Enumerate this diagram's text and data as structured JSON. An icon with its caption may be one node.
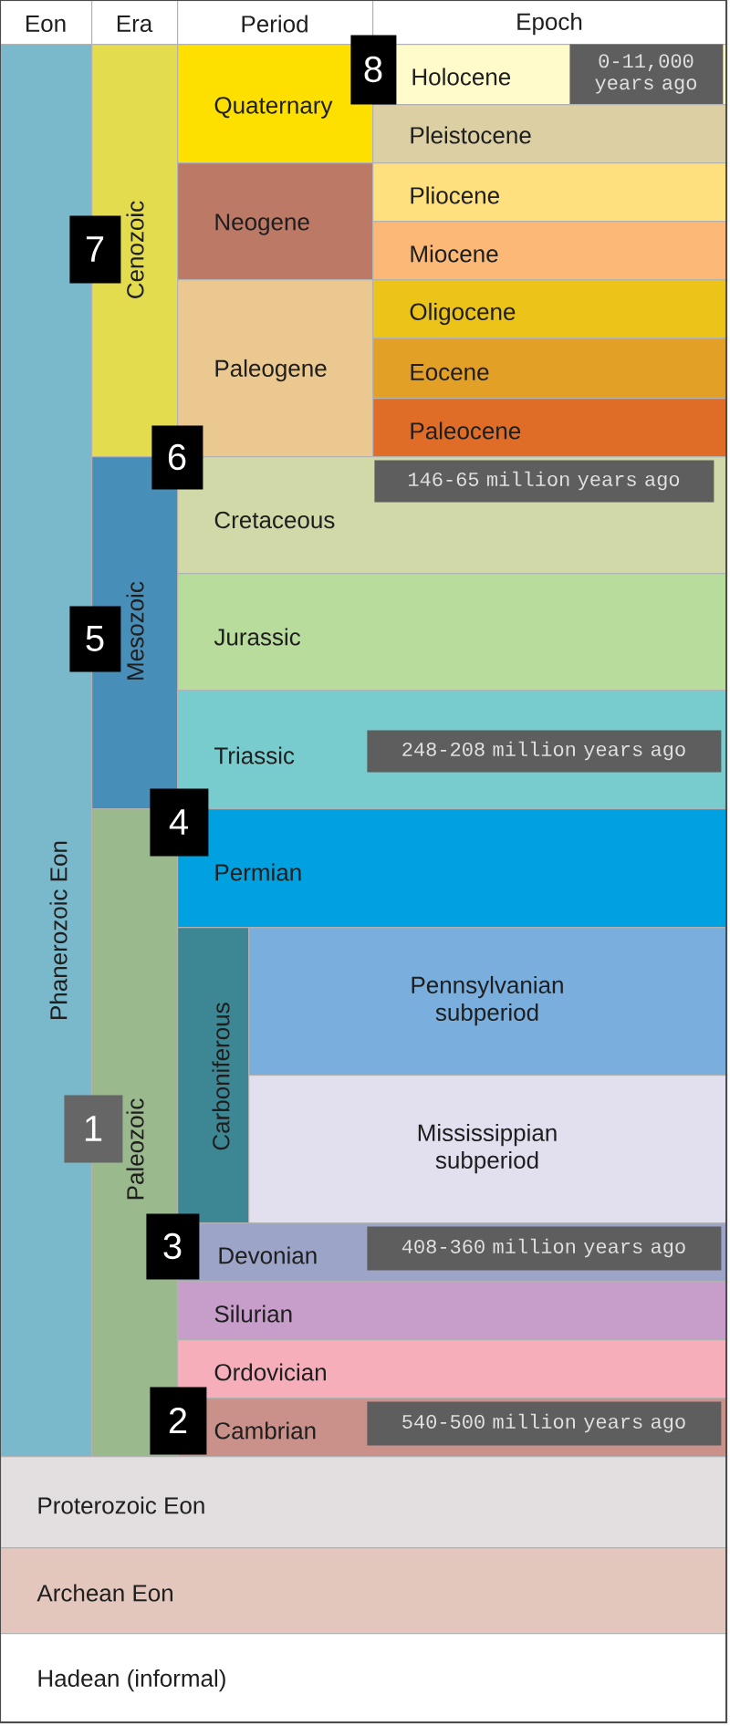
{
  "diagram": {
    "nodes": [
      {
        "text": [
          "Eon"
        ]
      },
      {
        "text": [
          "Era"
        ]
      },
      {
        "text": [
          "Period"
        ]
      },
      {
        "text": [
          "Epoch"
        ]
      },
      {
        "text": [
          "Phanerozoic Eon"
        ]
      },
      {
        "text": [
          "Cenozoic"
        ]
      },
      {
        "text": [
          "Quaternary"
        ]
      },
      {
        "text": [
          "Holocene"
        ]
      },
      {
        "text": [
          "0-11,000 years ago"
        ],
        "in": 7
      },
      {
        "text": [
          "Pleistocene"
        ]
      },
      {
        "text": [
          "Neogene"
        ]
      },
      {
        "text": [
          "Pliocene"
        ]
      },
      {
        "text": [
          "Miocene"
        ]
      },
      {
        "text": [
          "Paleogene"
        ]
      },
      {
        "text": [
          "Oligocene"
        ]
      },
      {
        "text": [
          "Eocene"
        ]
      },
      {
        "text": [
          "Paleocene"
        ]
      },
      {
        "text": [
          "Mesozoic"
        ]
      },
      {
        "text": [
          "Cretaceous"
        ]
      },
      {
        "text": [
          "146-65 million years ago"
        ],
        "in": 18
      },
      {
        "text": [
          "Jurassic"
        ]
      },
      {
        "text": [
          "Triassic"
        ]
      },
      {
        "text": [
          "248-208 million years ago"
        ],
        "in": 21
      },
      {
        "text": [
          "Paleozoic"
        ]
      },
      {
        "text": [
          "Permian"
        ]
      },
      {
        "text": [
          "Carboniferous"
        ]
      },
      {
        "text": [
          "Pennsylvanian subperiod"
        ]
      },
      {
        "text": [
          "Mississippian subperiod"
        ]
      },
      {
        "text": [
          "Devonian"
        ]
      },
      {
        "text": [
          "408-360 million years ago"
        ],
        "in": 28
      },
      {
        "text": [
          "Silurian"
        ]
      },
      {
        "text": [
          "Ordovician"
        ]
      },
      {
        "text": [
          "Cambrian"
        ]
      },
      {
        "text": [
          "540-500 million years ago"
        ],
        "in": 32
      },
      {
        "text": [
          "Proterozoic Eon"
        ]
      },
      {
        "text": [
          "Archean Eon"
        ]
      },
      {
        "text": [
          "Hadean (informal)"
        ]
      },
      {
        "text": [
          "1"
        ]
      },
      {
        "text": [
          "2"
        ]
      },
      {
        "text": [
          "3"
        ]
      },
      {
        "text": [
          "4"
        ]
      },
      {
        "text": [
          "5"
        ]
      },
      {
        "text": [
          "6"
        ]
      },
      {
        "text": [
          "7"
        ]
      },
      {
        "text": [
          "8"
        ]
      }
    ]
  }
}
